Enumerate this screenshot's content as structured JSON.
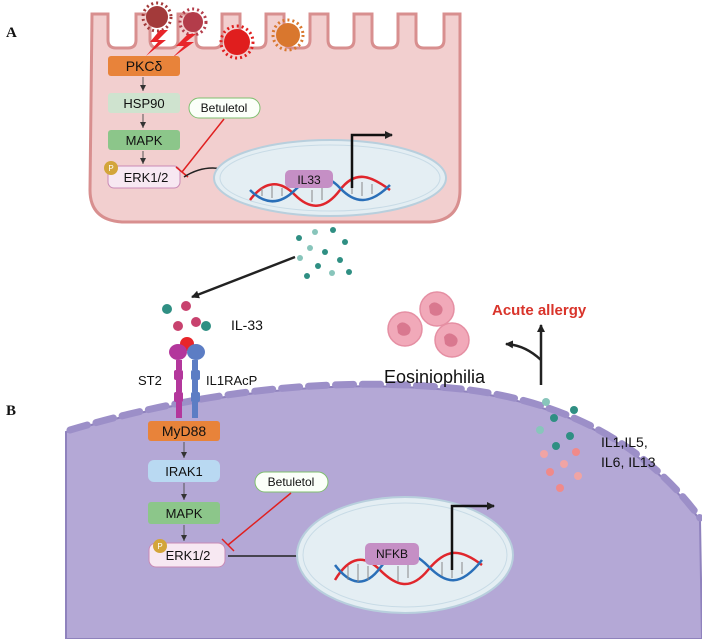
{
  "panels": {
    "a": {
      "letter": "A"
    },
    "b": {
      "letter": "B"
    }
  },
  "top_cell": {
    "pkc": "PKCδ",
    "hsp90": "HSP90",
    "mapk": "MAPK",
    "erk": "ERK1/2",
    "phospho": "P",
    "inhibitor": "Betuletol",
    "gene": "IL33"
  },
  "bottom_cell": {
    "ligand": "IL-33",
    "receptor_left": "ST2",
    "receptor_right": "IL1RAcP",
    "myd88": "MyD88",
    "irak1": "IRAK1",
    "mapk": "MAPK",
    "erk": "ERK1/2",
    "phospho": "P",
    "inhibitor": "Betuletol",
    "gene": "NFKB",
    "cytokines_line1": "IL1,IL5,",
    "cytokines_line2": "IL6, IL13",
    "eosinophilia": "Eosiniophilia",
    "acute_allergy": "Acute allergy"
  },
  "colors": {
    "orange_node": "#e8833a",
    "green_node": "#8cc68a",
    "pale_green_node": "#cfe3cf",
    "blue_node": "#b9d9f2",
    "erk_fill": "#f7e8f2",
    "erk_stroke": "#c98ab5",
    "inhibitor_red": "#e02020",
    "acute_allergy_red": "#d9342b",
    "top_cell_fill": "#f2cfcf",
    "top_cell_stroke": "#d88f8f",
    "bottom_cell_fill": "#b4a8d6",
    "gene_label_fill": "#c58fc5",
    "dna_red": "#e0262c",
    "dna_blue": "#2a6fb8",
    "teal_dot": "#2f8f83",
    "pink_dot": "#f0a4a4",
    "eosinophil": "#f1a9b9"
  }
}
